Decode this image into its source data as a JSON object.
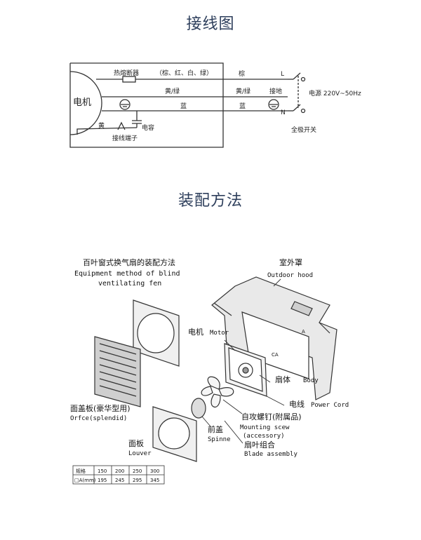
{
  "titles": {
    "wiring": "接线图",
    "assembly": "装配方法"
  },
  "wiring": {
    "motor": "电机",
    "fuse": "热熔断器",
    "colors_note": "（棕、红、白、绿）",
    "wire_brown": "棕",
    "wire_yg_left": "黄/绿",
    "wire_yg_right": "黄/绿",
    "wire_blue_left": "蓝",
    "wire_blue_right": "蓝",
    "yellow": "黄",
    "capacitor": "电容",
    "terminal": "接线端子",
    "ground": "接地",
    "L": "L",
    "N": "N",
    "power": "电源 220V~50Hz",
    "switch": "全极开关"
  },
  "assembly": {
    "heading_cn": "百叶窗式换气扇的装配方法",
    "heading_en1": "Equipment method of blind",
    "heading_en2": "ventilating fen",
    "hood_cn": "室外罩",
    "hood_en": "Outdoor hood",
    "motor_cn": "电机",
    "motor_en": "Motor",
    "body_cn": "扇体",
    "body_en": "Body",
    "cord_cn": "电线",
    "cord_en": "Power Cord",
    "screw_cn": "自攻螺钉(附属品)",
    "screw_en1": "Mounting scew",
    "screw_en2": "(accessory)",
    "blade_cn": "扇叶组合",
    "blade_en": "Blade assembly",
    "spinner_cn": "前盖",
    "spinner_en": "Spinne",
    "panel_cn": "面盖板(豪华型用)",
    "panel_en": "Orfce(splendid)",
    "louver_cn": "面板",
    "louver_en": "Louver",
    "tag_a": "A",
    "tag_ca": "CA"
  },
  "spec_table": {
    "headers": [
      "规格",
      "150",
      "200",
      "250",
      "300"
    ],
    "row": [
      "□A(mm)",
      "195",
      "245",
      "295",
      "345"
    ]
  }
}
